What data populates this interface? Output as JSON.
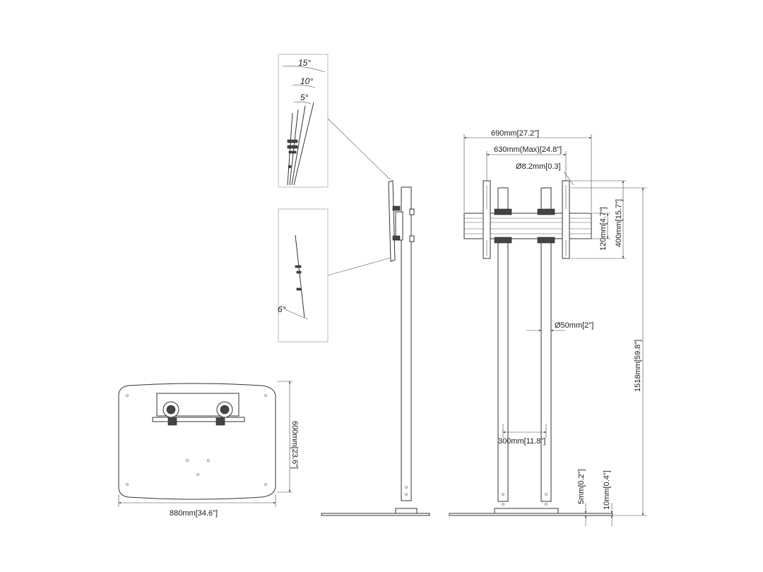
{
  "diagram": {
    "tilt_detail": {
      "angles": [
        "15°",
        "10°",
        "5°"
      ],
      "max_tilt_label": "6°"
    },
    "front_view": {
      "overall_width": "690mm[27.2\"]",
      "bracket_width": "630mm(Max)[24.8\"]",
      "hole_diameter": "Ø8.2mm[0.3]",
      "rail_height": "120mm[4.7\"]",
      "bracket_height": "400mm[15.7\"]",
      "pole_diameter": "Ø50mm[2\"]",
      "pole_spacing": "300mm[11.8\"]",
      "total_height": "1518mm[59.8\"]",
      "base_plate_thickness": "5mm[0.2\"]",
      "floor_clearance": "10mm[0.4\"]"
    },
    "base_plate": {
      "width": "880mm[34.6\"]",
      "depth": "600mm[23.6\"]"
    }
  }
}
